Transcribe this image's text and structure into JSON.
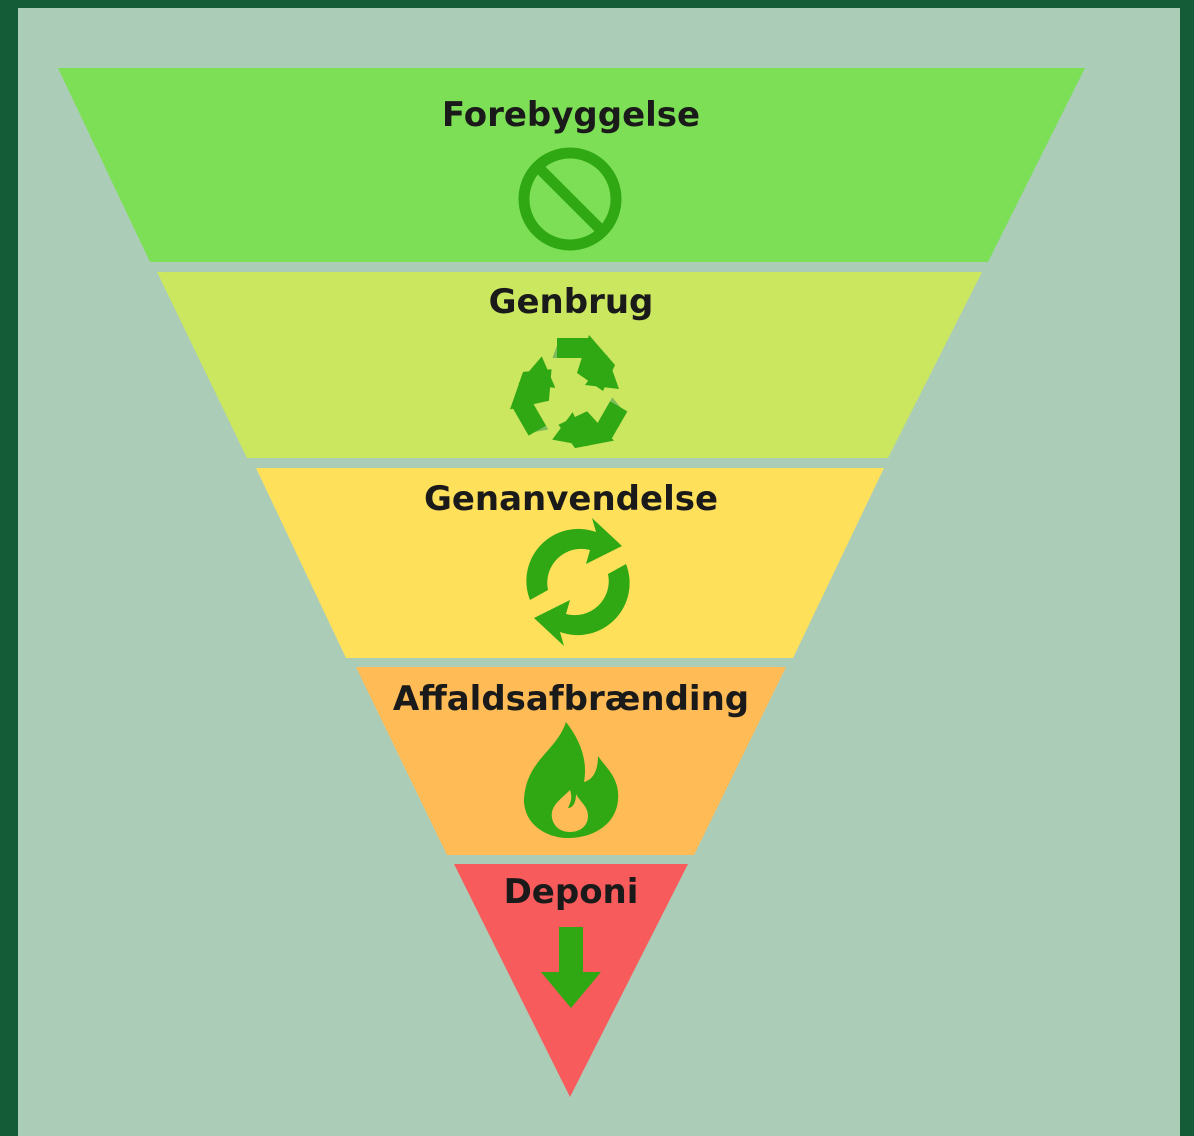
{
  "colors": {
    "frame": "#135c37",
    "background": "#abcdb8",
    "icon": "#2fa814",
    "icon_light": "#7cbb5a"
  },
  "levels": [
    {
      "label": "Forebyggelse",
      "color": "#7ddf55",
      "icon": "prohibited-icon"
    },
    {
      "label": "Genbrug",
      "color": "#cbe65f",
      "icon": "recycle-icon"
    },
    {
      "label": "Genanvendelse",
      "color": "#ffe05a",
      "icon": "green-dot-icon"
    },
    {
      "label": "Affaldsafbrænding",
      "color": "#ffbb55",
      "icon": "flame-icon"
    },
    {
      "label": "Deponi",
      "color": "#f75b5b",
      "icon": "down-arrow-icon"
    }
  ]
}
